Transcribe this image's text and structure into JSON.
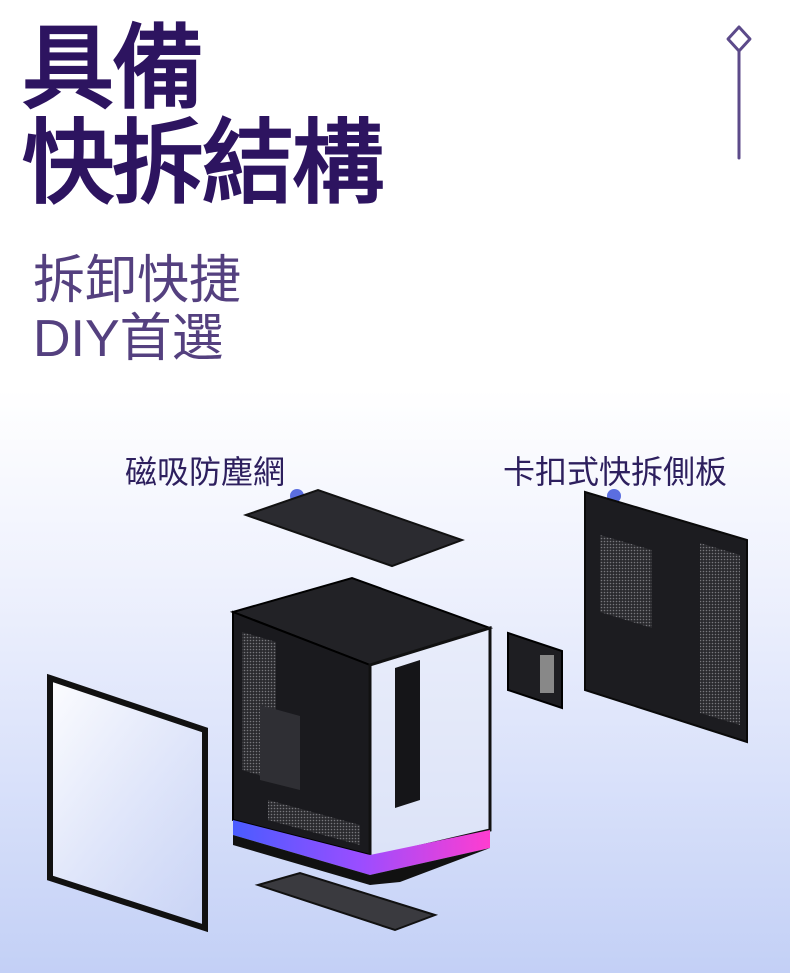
{
  "title": {
    "line1": "具備",
    "line2": "快拆結構"
  },
  "subtitle": {
    "line1": "拆卸快捷",
    "line2": "DIY首選"
  },
  "callouts": {
    "dust_filter": "磁吸防塵網",
    "side_panel": "卡扣式快拆側板"
  },
  "colors": {
    "title": "#2d1460",
    "subtitle": "#54407f",
    "dot": "#5b6ee0"
  }
}
